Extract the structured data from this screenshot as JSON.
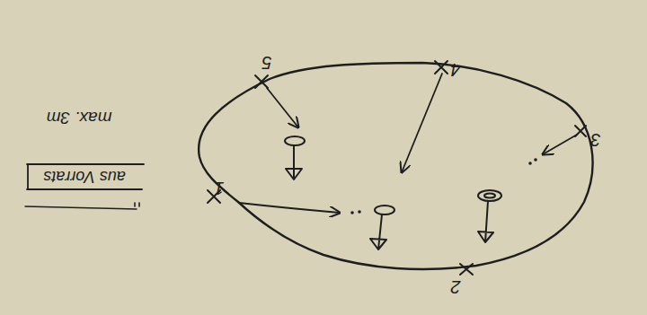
{
  "diagram": {
    "labels": [
      "1",
      "2",
      "3",
      "4",
      "5",
      "max. 3m",
      "aus Vorrats"
    ]
  }
}
